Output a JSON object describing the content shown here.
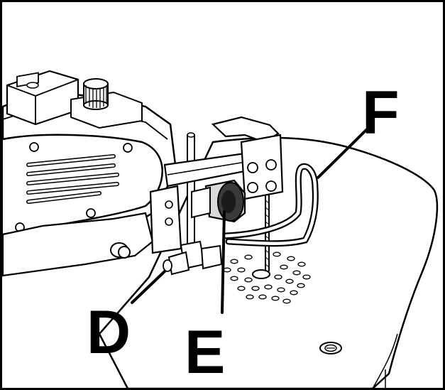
{
  "diagram": {
    "callouts": [
      {
        "id": "D",
        "label": "D"
      },
      {
        "id": "E",
        "label": "E"
      },
      {
        "id": "F",
        "label": "F"
      }
    ],
    "colors": {
      "ink": "#000000",
      "paper": "#ffffff",
      "metal_shade": "#d9d9d9",
      "dark_part": "#3a3a3a"
    }
  }
}
